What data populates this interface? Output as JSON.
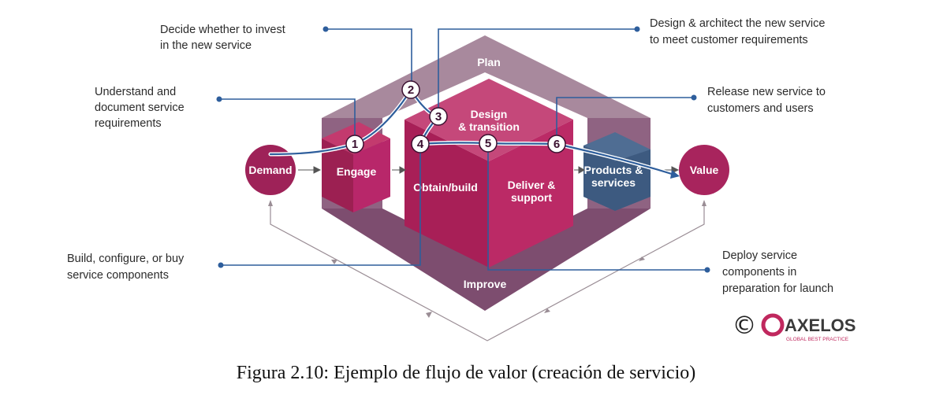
{
  "annotations": {
    "invest": [
      "Decide whether to invest",
      "in the new service"
    ],
    "understand": [
      "Understand and",
      "document service",
      "requirements"
    ],
    "design": [
      "Design & architect the new service",
      "to meet customer requirements"
    ],
    "release": [
      "Release new service to",
      "customers and users"
    ],
    "build": [
      "Build, configure, or buy",
      "service components"
    ],
    "deploy": [
      "Deploy service",
      "components in",
      "preparation for launch"
    ]
  },
  "regions": {
    "plan": "Plan",
    "improve": "Improve",
    "design_transition": [
      "Design",
      "& transition"
    ],
    "engage": "Engage",
    "obtain_build": "Obtain/build",
    "deliver_support": [
      "Deliver &",
      "support"
    ],
    "products_services": [
      "Products &",
      "services"
    ]
  },
  "nodes": {
    "demand": "Demand",
    "value": "Value"
  },
  "steps": [
    "1",
    "2",
    "3",
    "4",
    "5",
    "6"
  ],
  "logo": {
    "copyright": "©",
    "brand": "AXELOS",
    "tagline": "GLOBAL BEST PRACTICE"
  },
  "caption": "Figura 2.10: Ejemplo de flujo de valor (creación de servicio)",
  "colors": {
    "frame": "#8c5a7c",
    "magenta": "#b0245a",
    "magenta_dark": "#8e1c48",
    "magenta_light": "#c33a6e",
    "blue": "#4e6f96",
    "blue_dark": "#3a5578",
    "line": "#2e5e9c"
  }
}
